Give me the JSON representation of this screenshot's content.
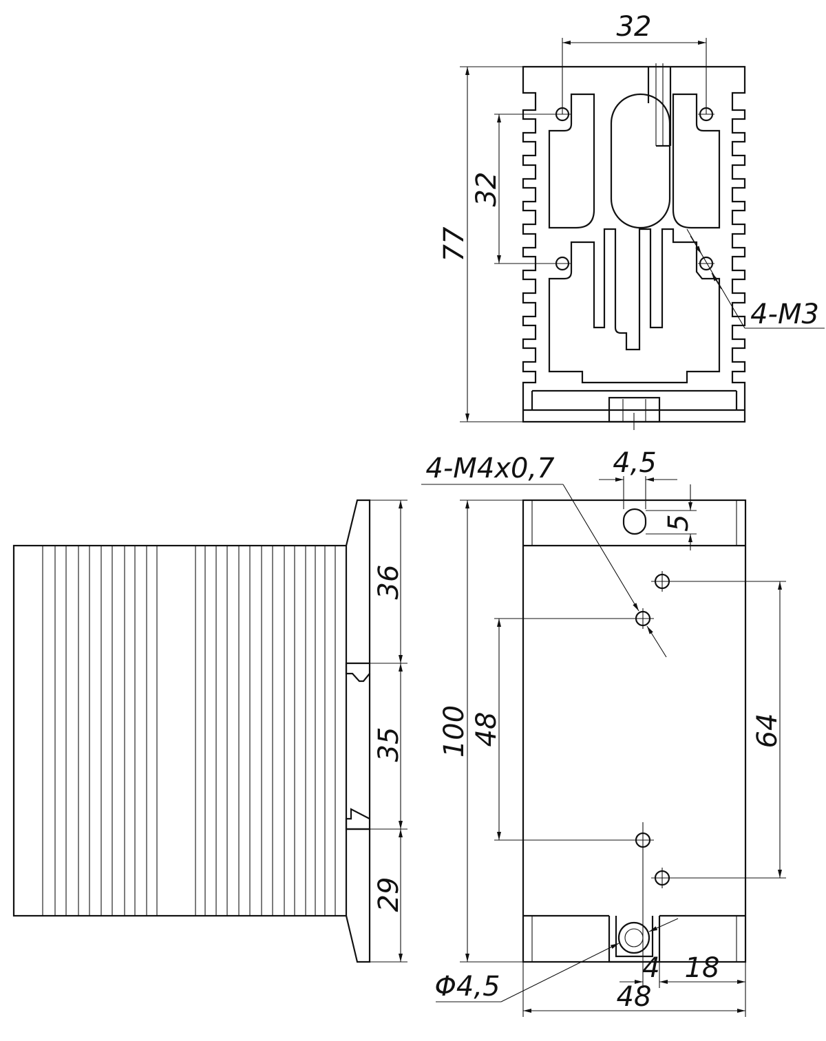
{
  "drawing": {
    "top_view": {
      "dim_width": "32",
      "dim_hole_spacing": "32",
      "dim_height": "77",
      "callout_holes": "4-M3"
    },
    "front_view": {
      "callout_holes": "4-M4x0,7",
      "dim_hole_offset_x": "4,5",
      "dim_hole_offset_y": "5",
      "dim_height": "100",
      "dim_hole_spacing_left": "48",
      "dim_hole_spacing_right": "64",
      "dim_bore": "Φ4,5",
      "dim_slot_width": "4",
      "dim_slot_offset": "18",
      "dim_width": "48"
    },
    "side_view": {
      "dim_upper": "36",
      "dim_middle": "35",
      "dim_lower": "29"
    }
  }
}
